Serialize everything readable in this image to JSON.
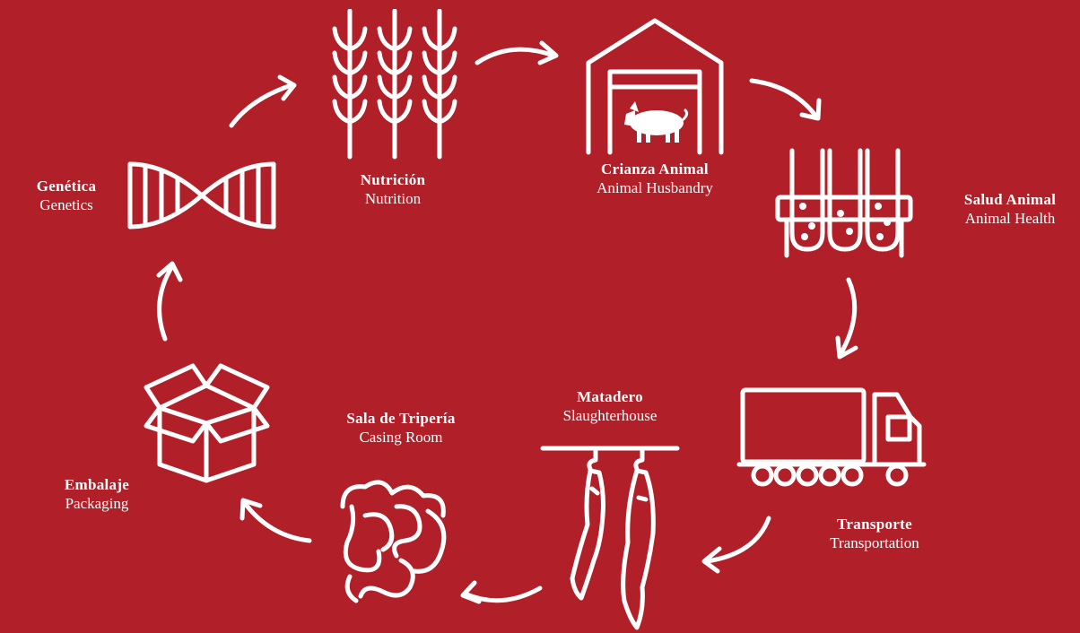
{
  "colors": {
    "background": "#b11f29",
    "foreground": "#ffffff"
  },
  "stages": [
    {
      "id": "genetics",
      "es": "Genética",
      "en": "Genetics",
      "icon": "dna-icon"
    },
    {
      "id": "nutrition",
      "es": "Nutrición",
      "en": "Nutrition",
      "icon": "wheat-icon"
    },
    {
      "id": "husbandry",
      "es": "Crianza Animal",
      "en": "Animal Husbandry",
      "icon": "barn-pig-icon"
    },
    {
      "id": "health",
      "es": "Salud Animal",
      "en": "Animal Health",
      "icon": "test-tubes-icon"
    },
    {
      "id": "transport",
      "es": "Transporte",
      "en": "Transportation",
      "icon": "truck-icon"
    },
    {
      "id": "slaughter",
      "es": "Matadero",
      "en": "Slaughterhouse",
      "icon": "hanging-carcass-icon"
    },
    {
      "id": "casing",
      "es": "Sala de Tripería",
      "en": "Casing Room",
      "icon": "intestines-icon"
    },
    {
      "id": "packaging",
      "es": "Embalaje",
      "en": "Packaging",
      "icon": "box-icon"
    }
  ]
}
